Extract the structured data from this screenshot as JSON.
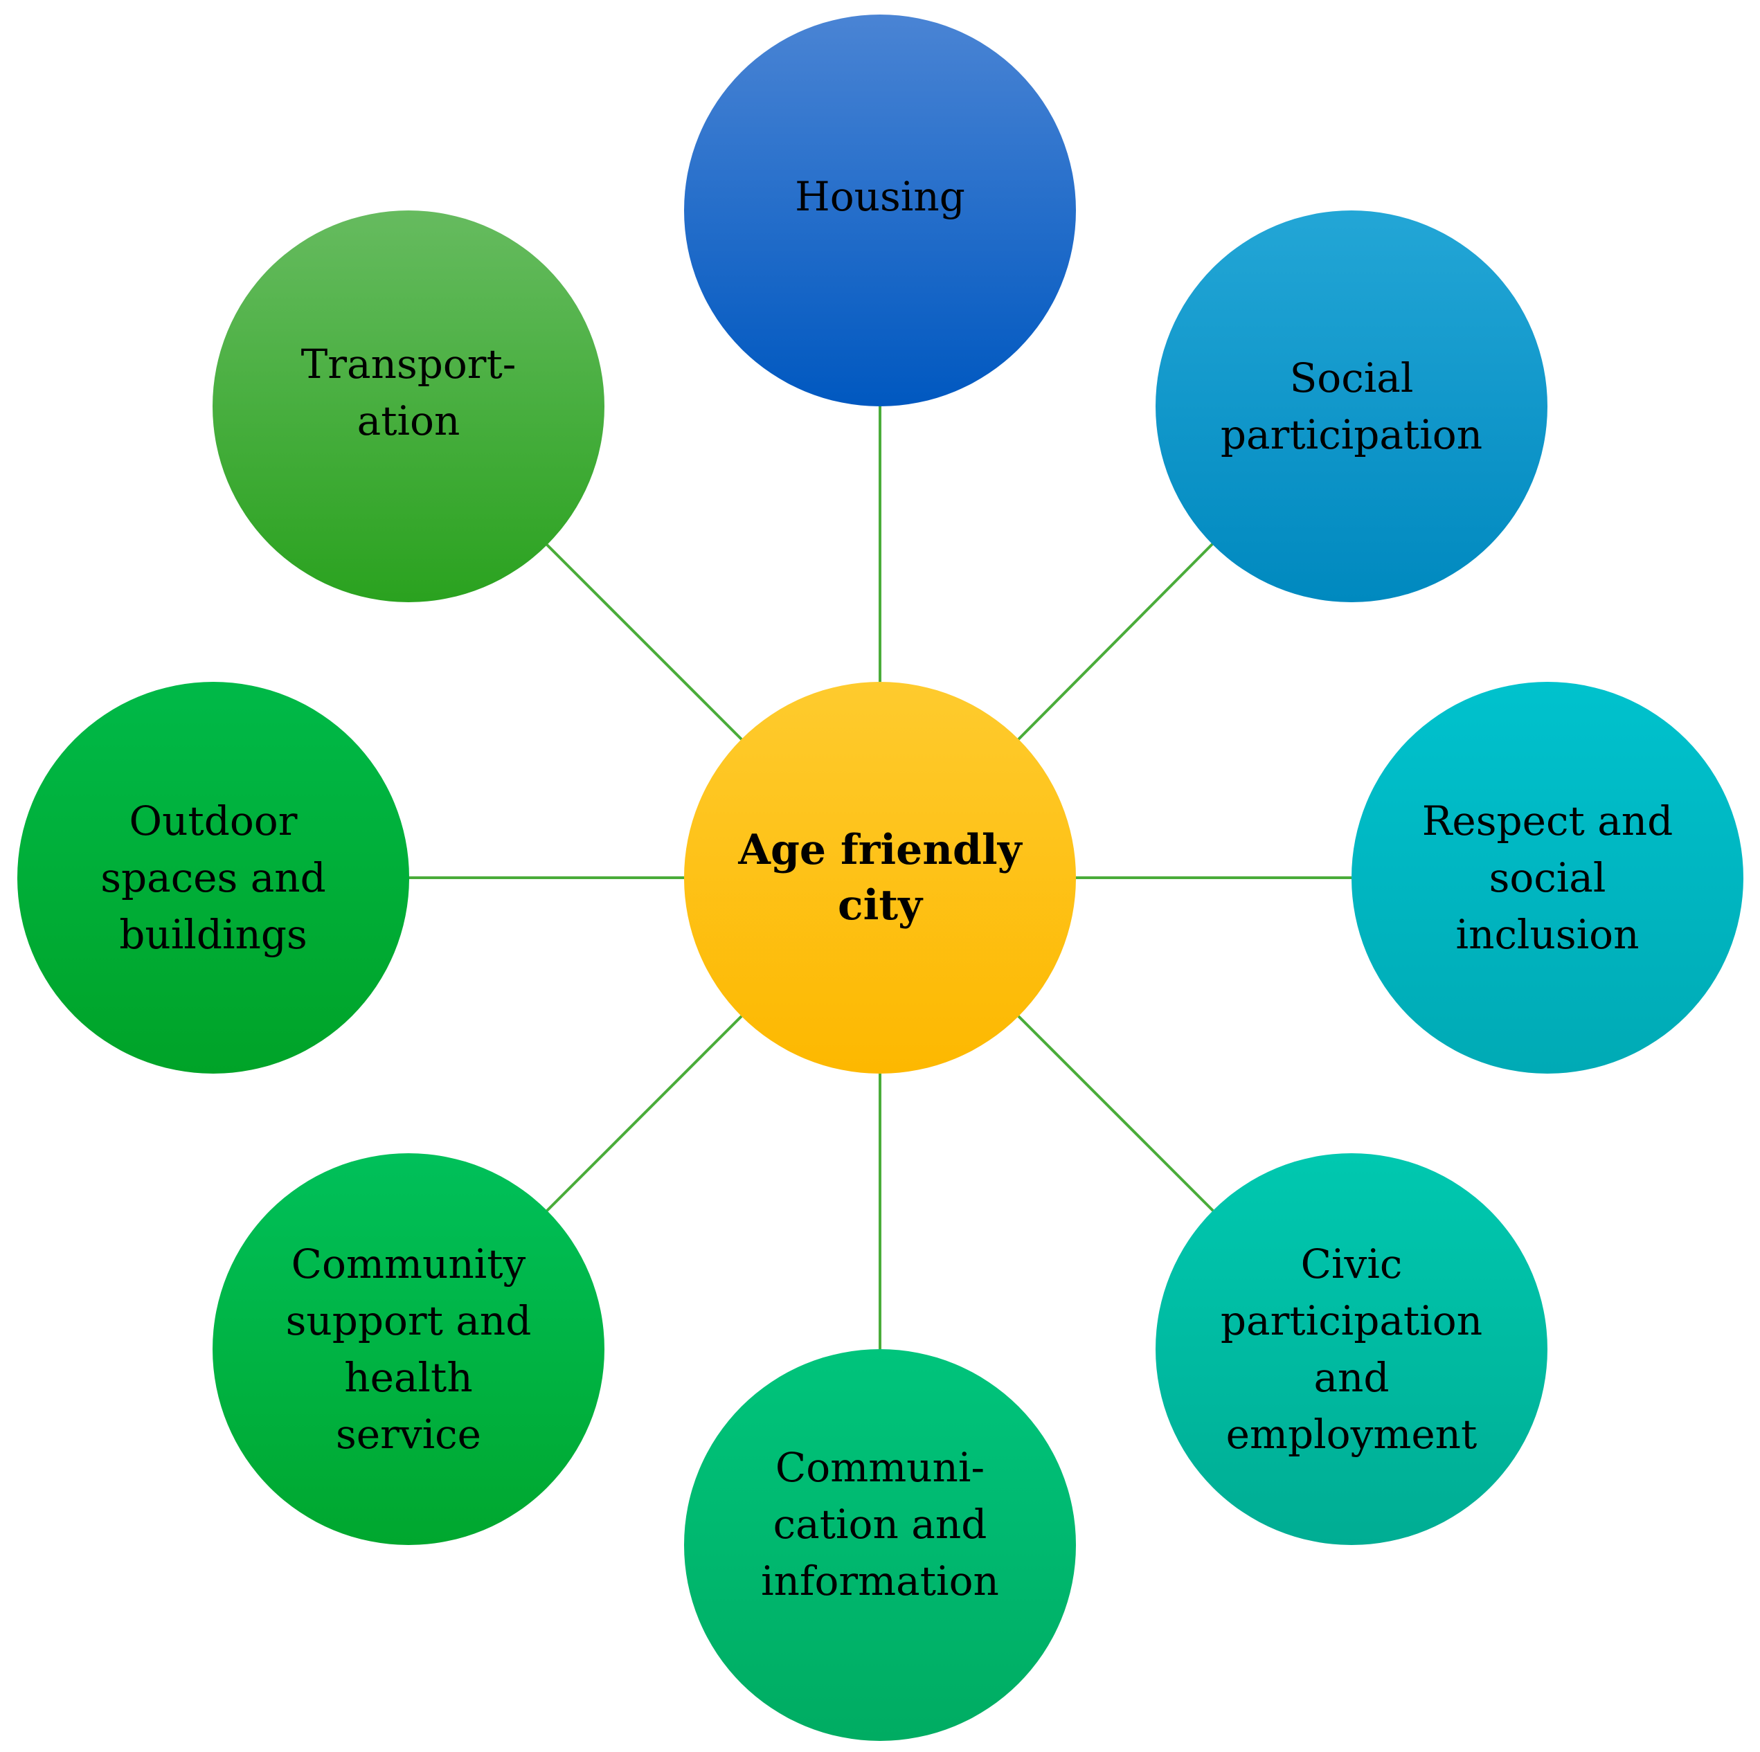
{
  "diagram": {
    "center": {
      "label": "Age friendly\ncity",
      "color_top": "#fecb2e",
      "color_bottom": "#fdb800"
    },
    "nodes": [
      {
        "id": "housing",
        "label": "Housing",
        "color_top": "#4a84d4",
        "color_bottom": "#0058c0"
      },
      {
        "id": "social",
        "label": "Social\nparticipation",
        "color_top": "#23a6d6",
        "color_bottom": "#0089bf"
      },
      {
        "id": "respect",
        "label": "Respect and\nsocial\ninclusion",
        "color_top": "#00c2cd",
        "color_bottom": "#00aab5"
      },
      {
        "id": "civic",
        "label": "Civic\nparticipation\nand\nemployment",
        "color_top": "#00c8b0",
        "color_bottom": "#00ad93"
      },
      {
        "id": "comm",
        "label": "Communi-\ncation and\ninformation",
        "color_top": "#00c47c",
        "color_bottom": "#00ac62"
      },
      {
        "id": "community",
        "label": "Community\nsupport and\nhealth\nservice",
        "color_top": "#00c05a",
        "color_bottom": "#00a72e"
      },
      {
        "id": "outdoor",
        "label": "Outdoor\nspaces and\nbuildings",
        "color_top": "#00b948",
        "color_bottom": "#00a328"
      },
      {
        "id": "transport",
        "label": "Transport-\nation",
        "color_top": "#66bb5f",
        "color_bottom": "#2aa21f"
      }
    ],
    "connector_color": "#4aac3a"
  }
}
